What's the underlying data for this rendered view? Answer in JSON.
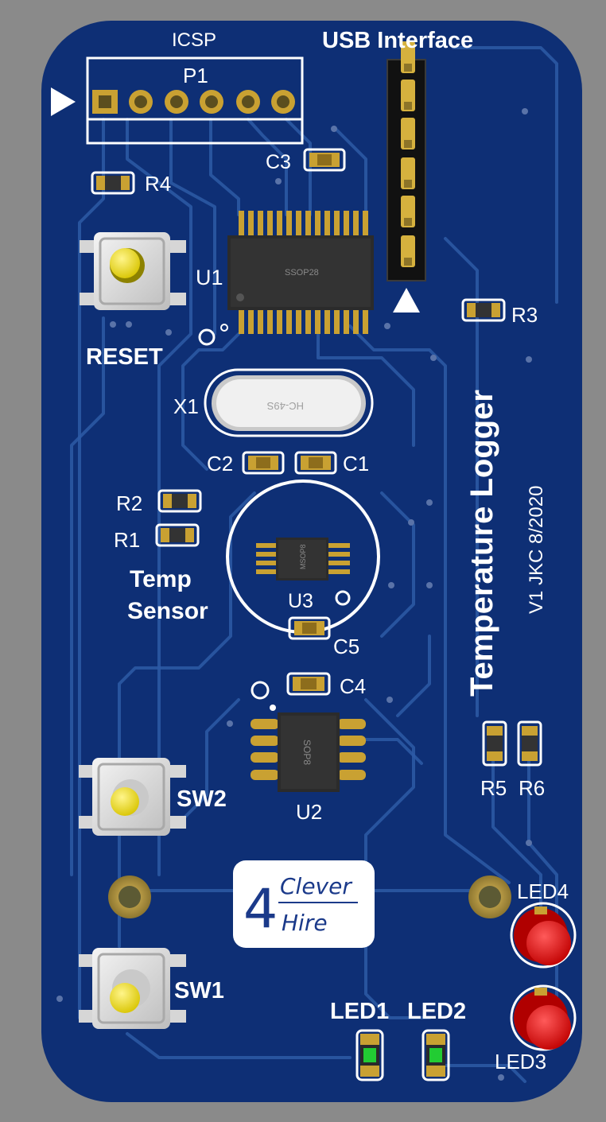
{
  "board": {
    "title": "Temperature Logger",
    "version": "V1  JKC    8/2020",
    "colors": {
      "background": "#8a8a8a",
      "pcb": "#0e2f75",
      "trace": "#2d5aa6",
      "silkscreen": "#ffffff",
      "pad_gold": "#c9a132",
      "chip_body": "#2b2b2b",
      "led_red": "#e01010",
      "led_green": "#22cc33",
      "button_cap": "#f4e020"
    }
  },
  "labels": {
    "icsp": "ICSP",
    "p1": "P1",
    "usb_interface": "USB Interface",
    "c1": "C1",
    "c2": "C2",
    "c3": "C3",
    "c4": "C4",
    "c5": "C5",
    "r1": "R1",
    "r2": "R2",
    "r3": "R3",
    "r4": "R4",
    "r5": "R5",
    "r6": "R6",
    "u1": "U1",
    "u2": "U2",
    "u3": "U3",
    "x1": "X1",
    "reset": "RESET",
    "temp": "Temp",
    "sensor": "Sensor",
    "sw1": "SW1",
    "sw2": "SW2",
    "led1": "LED1",
    "led2": "LED2",
    "led3": "LED3",
    "led4": "LED4"
  },
  "chip_markings": {
    "u1_package": "SSOP28",
    "u2_package": "SOP8",
    "u3_package": "MSOP8",
    "x1_package": "HC-49S"
  },
  "logo": {
    "line1": "Clever",
    "line2": "Hire",
    "digit": "4"
  }
}
